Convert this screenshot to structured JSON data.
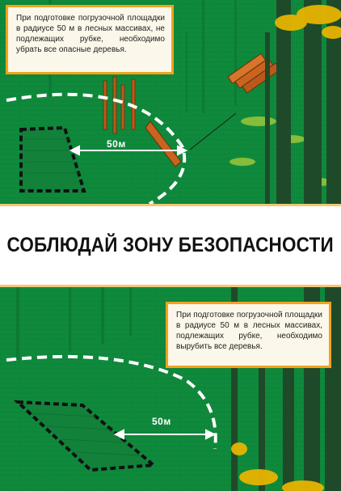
{
  "top_panel": {
    "note": "При подготовке погрузочной площадки в радиусе 50 м в лесных массивах, не подлежащих рубке, необходимо убрать все опасные деревья.",
    "distance_label": "50м"
  },
  "banner": {
    "title": "СОБЛЮДАЙ ЗОНУ БЕЗОПАСНОСТИ"
  },
  "bottom_panel": {
    "note": "При подготовке погрузочной площадки в радиусе 50 м в лесных массивах, подлежащих рубке, необходимо вырубить все деревья.",
    "distance_label": "50м"
  },
  "colors": {
    "forest_green": "#0f8a3c",
    "dark_tree": "#1f4a2a",
    "note_border": "#f2a31c",
    "banner_border": "#f4c774"
  },
  "icons": [
    "tree-icon",
    "stump-icon",
    "log-pile-icon",
    "arrow-icon",
    "dashed-area-icon"
  ]
}
